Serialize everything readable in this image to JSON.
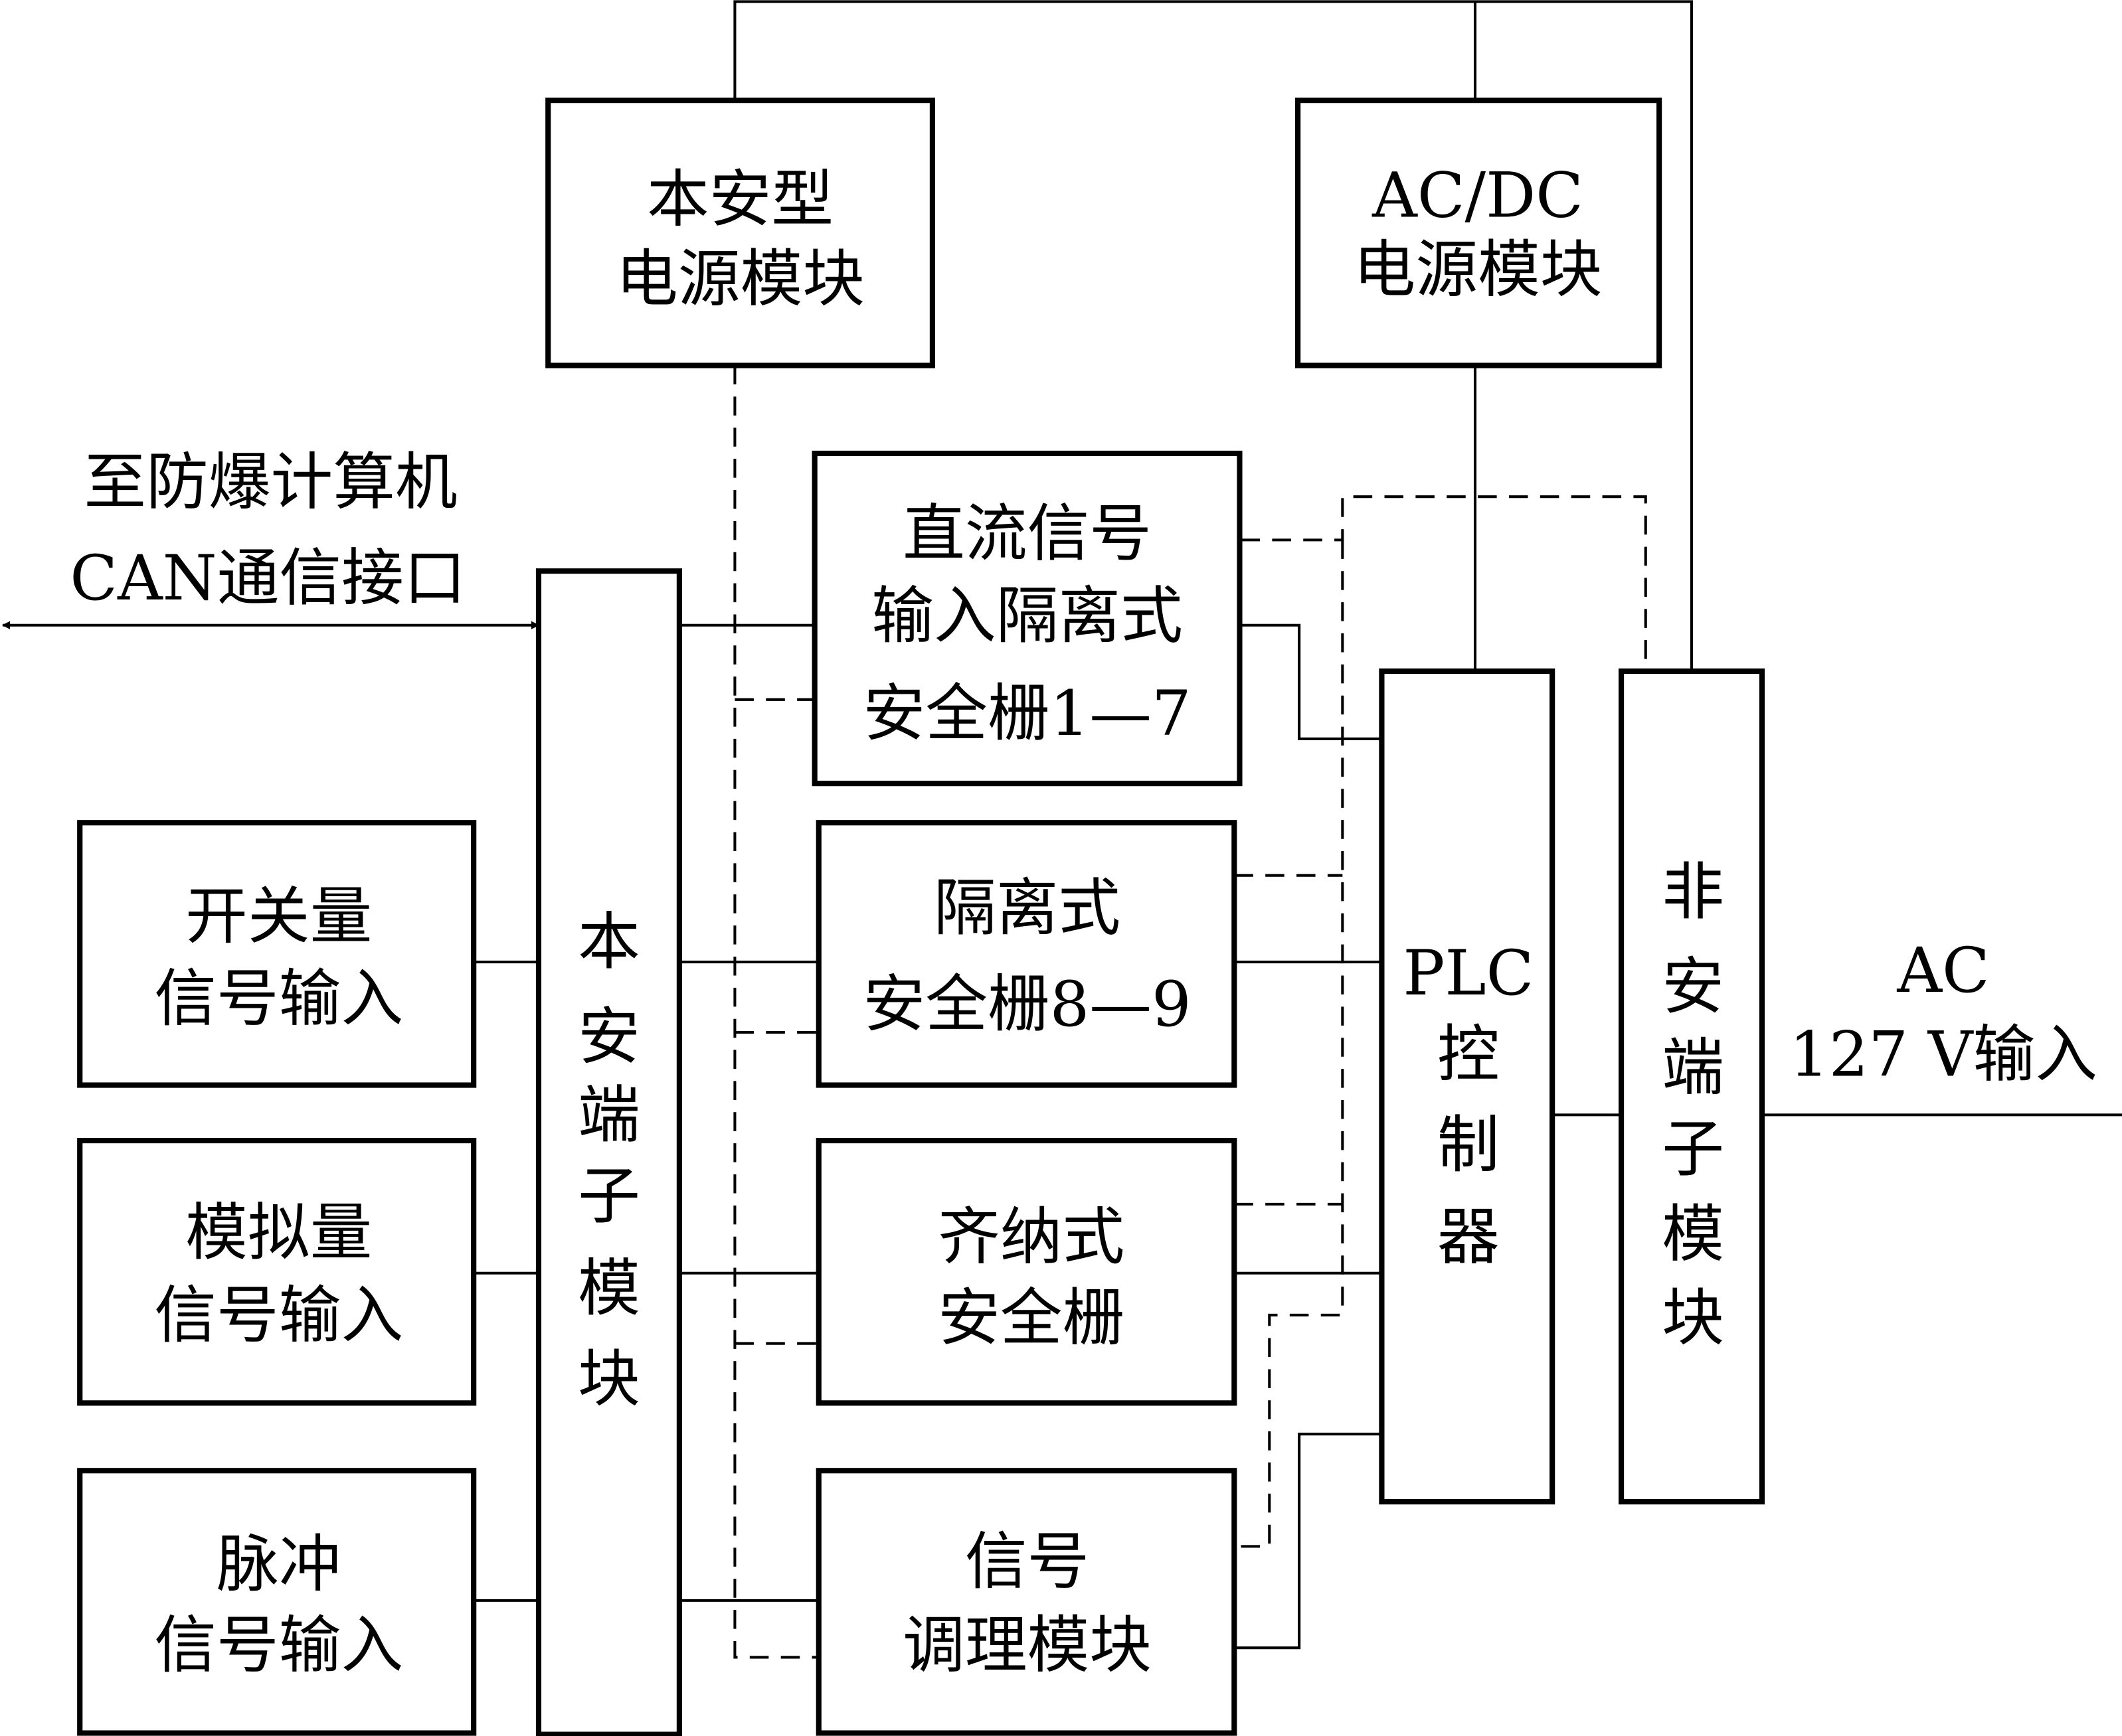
{
  "diagram": {
    "blocks": {
      "intrinsic_power": {
        "lines": [
          "本安型",
          "电源模块"
        ]
      },
      "acdc_power": {
        "lines": [
          "AC/DC",
          "电源模块"
        ]
      },
      "dc_barrier": {
        "lines": [
          "直流信号",
          "输入隔离式",
          "安全栅1—7"
        ]
      },
      "iso_barrier": {
        "lines": [
          "隔离式",
          "安全栅8—9"
        ]
      },
      "zener_barrier": {
        "lines": [
          "齐纳式",
          "安全栅"
        ]
      },
      "signal_cond": {
        "lines": [
          "信号",
          "调理模块"
        ]
      },
      "switch_input": {
        "lines": [
          "开关量",
          "信号输入"
        ]
      },
      "analog_input": {
        "lines": [
          "模拟量",
          "信号输入"
        ]
      },
      "pulse_input": {
        "lines": [
          "脉冲",
          "信号输入"
        ]
      },
      "is_terminal": {
        "chars": [
          "本",
          "安",
          "端",
          "子",
          "模",
          "块"
        ]
      },
      "plc": {
        "lines": [
          "PLC",
          "控",
          "制",
          "器"
        ]
      },
      "nonis_terminal": {
        "chars": [
          "非",
          "安",
          "端",
          "子",
          "模",
          "块"
        ]
      }
    },
    "labels": {
      "can_interface": [
        "至防爆计算机",
        "CAN通信接口"
      ],
      "ac_input": [
        "AC",
        "127 V输入"
      ]
    }
  }
}
